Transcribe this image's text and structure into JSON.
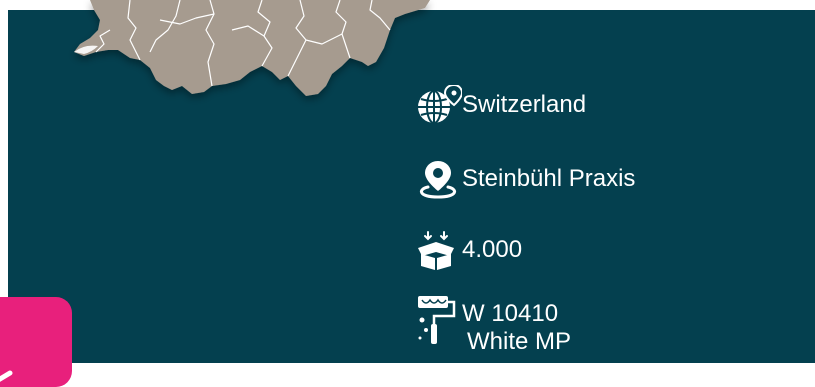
{
  "colors": {
    "panel": "#04404f",
    "map_fill": "#a69b8f",
    "map_border": "#ffffff",
    "badge": "#e8207c",
    "text": "#ffffff"
  },
  "info": {
    "country": {
      "icon": "globe-pin-icon",
      "text": "Switzerland"
    },
    "location": {
      "icon": "map-pin-icon",
      "text": "Steinbühl Praxis"
    },
    "quantity": {
      "icon": "box-icon",
      "text": "4.000"
    },
    "paint": {
      "icon": "paint-roller-icon",
      "line1": "W 10410",
      "line2": "White MP"
    }
  },
  "map": {
    "icon": "switzerland-map"
  }
}
